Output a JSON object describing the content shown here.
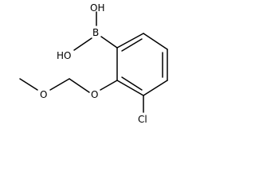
{
  "molecule": {
    "atoms": {
      "oh_top": "OH",
      "oh_left": "HO",
      "boron": "B",
      "ring_oxygen": "O",
      "ether_oxygen": "O",
      "chlorine": "Cl"
    }
  }
}
